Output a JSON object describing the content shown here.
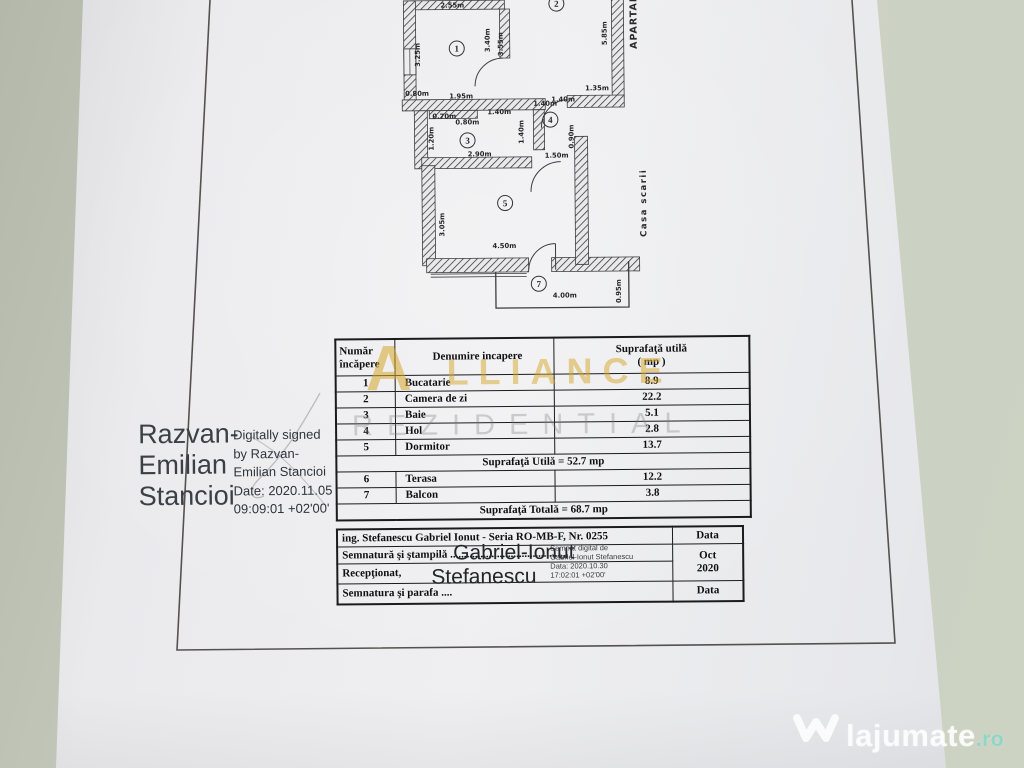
{
  "plan": {
    "vertical_title": "APARTAM",
    "stairwell": "Casa scarii",
    "nums": [
      "1",
      "2",
      "3",
      "4",
      "5",
      "7"
    ],
    "dims": [
      "2.55m",
      "3.25m",
      "3.40m",
      "3.55m",
      "5.85m",
      "0.80m",
      "1.95m",
      "1.35m",
      "1.40m",
      "0.70m",
      "0.80m",
      "1.40m",
      "1.40m",
      "1.40m",
      "0.90m",
      "1.20m",
      "2.90m",
      "1.50m",
      "3.05m",
      "4.50m",
      "0.95m",
      "4.00m"
    ]
  },
  "table": {
    "header": {
      "c1a": "Număr",
      "c1b": "încăpere",
      "c2": "Denumire incapere",
      "c3a": "Suprafaţă utilă",
      "c3b": "( mp )"
    },
    "rows": [
      {
        "nr": "1",
        "name": "Bucatarie",
        "area": "8.9"
      },
      {
        "nr": "2",
        "name": "Camera de zi",
        "area": "22.2"
      },
      {
        "nr": "3",
        "name": "Baie",
        "area": "5.1"
      },
      {
        "nr": "4",
        "name": "Hol",
        "area": "2.8"
      },
      {
        "nr": "5",
        "name": "Dormitor",
        "area": "13.7"
      }
    ],
    "subtotal": "Suprafaţă Utilă = 52.7 mp",
    "rows2": [
      {
        "nr": "6",
        "name": "Terasa",
        "area": "12.2"
      },
      {
        "nr": "7",
        "name": "Balcon",
        "area": "3.8"
      }
    ],
    "total": "Suprafaţă Totală = 68.7 mp"
  },
  "sig": {
    "engineer": "ing. Stefanescu Gabriel Ionut - Seria RO-MB-F, Nr. 0255",
    "data1": "Data",
    "stamp_label": "Semnatură şi ştampilă",
    "dots": "...........................................",
    "received_label": "Recepţionat,",
    "month": "Oct",
    "year": "2020",
    "big_name1": "Gabriel-Ionut",
    "big_name2": "Stefanescu",
    "parafa_label": "Semnatura şi parafa",
    "parafa_dots": "....",
    "data2": "Data",
    "stamp_small": [
      "Semnat digital de",
      "Gabriel-Ionut Stefanescu",
      "Data: 2020.10.30",
      "17:02:01 +02'00'"
    ]
  },
  "stamp": {
    "name": [
      "Razvan-",
      "Emilian",
      "Stancioi"
    ],
    "details": [
      "Digitally signed",
      "by Razvan-",
      "Emilian Stancioi",
      "Date: 2020.11.05",
      "09:09:01 +02'00'"
    ]
  },
  "watermark": {
    "brand_initial": "A",
    "brand_rest": "LLIANCE",
    "brand2": "REZIDENTIAL",
    "site": "lajumate",
    "tld": ".ro"
  }
}
